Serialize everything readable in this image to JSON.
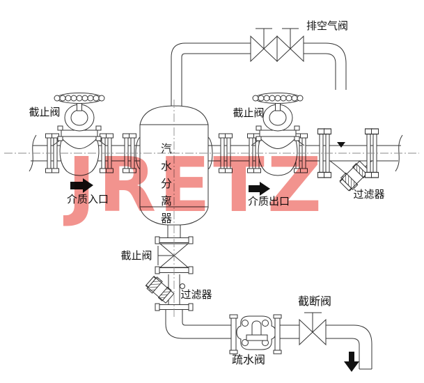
{
  "diagram": {
    "watermark": {
      "text": "JRETZ",
      "color": "#f0807a"
    },
    "colors": {
      "line": "#333333",
      "label": "#111111"
    },
    "vessel": {
      "label": "汽水分离器",
      "chars": [
        "汽",
        "水",
        "分",
        "离",
        "器"
      ]
    },
    "labels": {
      "air_vent_valve": "排空气阀",
      "stop_valve_inlet": "截止阀",
      "stop_valve_outlet": "截止阀",
      "stop_valve_drain": "截止阀",
      "medium_inlet": "介质入口",
      "medium_outlet": "介质出口",
      "strainer_outlet": "过滤器",
      "strainer_drain": "过滤器",
      "shutoff_valve": "截断阀",
      "steam_trap": "疏水阀"
    }
  }
}
